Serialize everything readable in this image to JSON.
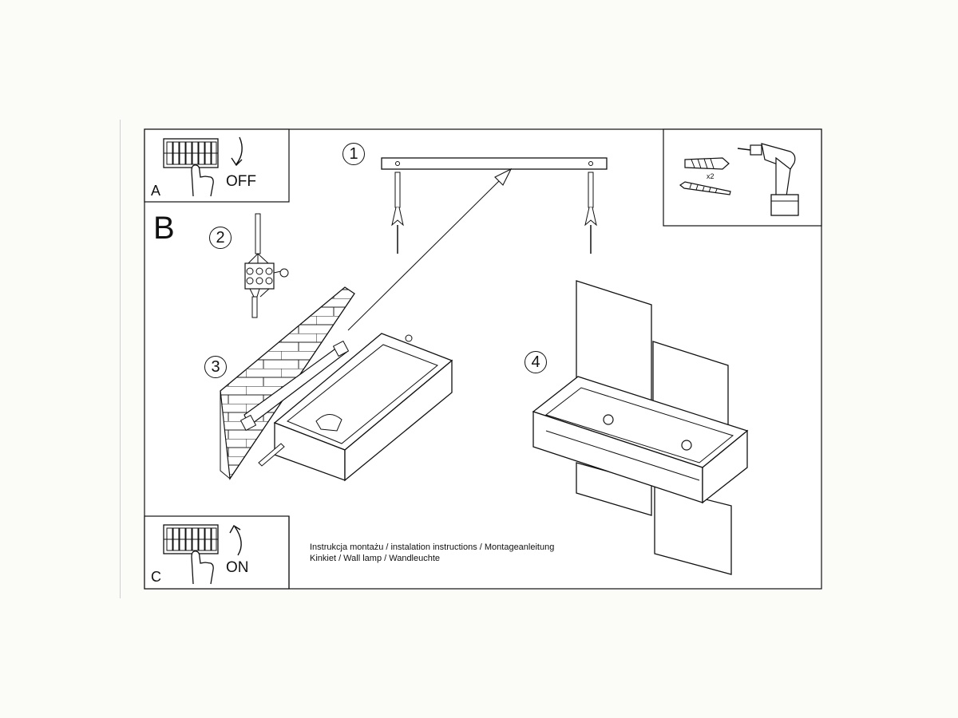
{
  "labels": {
    "section_a": "A",
    "off": "OFF",
    "section_b": "B",
    "section_c": "C",
    "on": "ON",
    "x2": "x2"
  },
  "steps": [
    "1",
    "2",
    "3",
    "4"
  ],
  "caption": {
    "line1": "Instrukcja montażu / instalation instructions / Montageanleitung",
    "line2": "Kinkiet / Wall lamp / Wandleuchte"
  },
  "icons": {
    "breaker": "breaker-panel-icon",
    "hand": "hand-icon",
    "arrow_off": "arrow-down-icon",
    "arrow_on": "arrow-up-icon",
    "drill": "drill-icon",
    "dowel": "wall-plug-icon",
    "screw": "screw-icon",
    "wiring": "wiring-terminal-icon",
    "ground": "ground-icon"
  },
  "colors": {
    "line": "#111111",
    "background": "#fbfbf7",
    "panel": "#ffffff"
  }
}
